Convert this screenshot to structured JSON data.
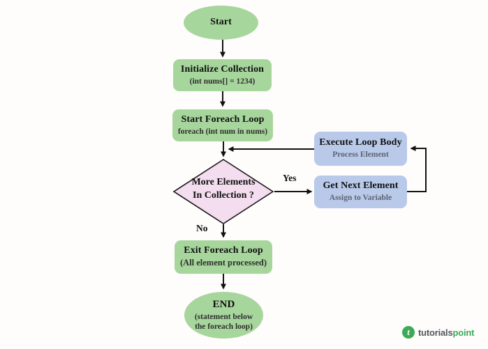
{
  "colors": {
    "background": "#fffcfc",
    "node_green": "#a7d69d",
    "node_pink": "#f3ddee",
    "node_blue": "#b9c9e9",
    "connector": "#111111",
    "logo_green": "#3caa58"
  },
  "nodes": {
    "start": {
      "label": "Start"
    },
    "initialize": {
      "title": "Initialize Collection",
      "subtitle": "(int nums[] = 1234)"
    },
    "start_foreach": {
      "title": "Start Foreach Loop",
      "subtitle": "foreach (int num in nums)"
    },
    "decision": {
      "line1": "More Elements",
      "line2": "In Collection ?"
    },
    "execute_body": {
      "title": "Execute Loop Body",
      "subtitle": "Process Element"
    },
    "get_next": {
      "title": "Get Next Element",
      "subtitle": "Assign to Variable"
    },
    "exit_loop": {
      "title": "Exit Foreach Loop",
      "subtitle": "(All element processed)"
    },
    "end": {
      "title": "END",
      "subtitle": "(statement below the foreach loop)"
    }
  },
  "edge_labels": {
    "yes": "Yes",
    "no": "No"
  },
  "branding": {
    "name_part1": "tutorials",
    "name_part2": "point",
    "icon_glyph": "t"
  }
}
